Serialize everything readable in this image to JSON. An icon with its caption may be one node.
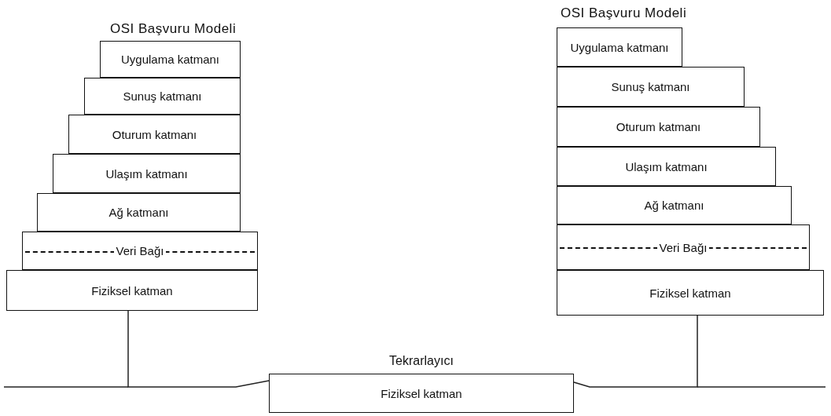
{
  "diagram": {
    "nodes": [
      {
        "text": [
          "Uygulama katmanı"
        ]
      },
      {
        "text": [
          "Sunuş katmanı"
        ]
      },
      {
        "text": [
          "Oturum katmanı"
        ]
      },
      {
        "text": [
          "Ulaşım katmanı"
        ]
      },
      {
        "text": [
          "Ağ katmanı"
        ]
      },
      {
        "text": [
          "Veri Bağı"
        ]
      },
      {
        "text": [
          "Fiziksel katman"
        ]
      },
      {
        "text": [
          "Uygulama katmanı"
        ]
      },
      {
        "text": [
          "Sunuş katmanı"
        ]
      },
      {
        "text": [
          "Oturum katmanı"
        ]
      },
      {
        "text": [
          "Ulaşım katmanı"
        ]
      },
      {
        "text": [
          "Ağ katmanı"
        ]
      },
      {
        "text": [
          "Veri Bağı"
        ]
      },
      {
        "text": [
          "Fiziksel katman"
        ]
      },
      {
        "text": [
          "Fiziksel katman"
        ],
        "beside": [
          "Tekrarlayıcı"
        ]
      }
    ],
    "edges": [
      {
        "from": 6,
        "to": 14,
        "arrow": "none"
      },
      {
        "from": 14,
        "to": 13,
        "arrow": "none"
      }
    ],
    "labels": [
      "OSI Başvuru Modeli",
      "OSI Başvuru Modeli"
    ]
  }
}
